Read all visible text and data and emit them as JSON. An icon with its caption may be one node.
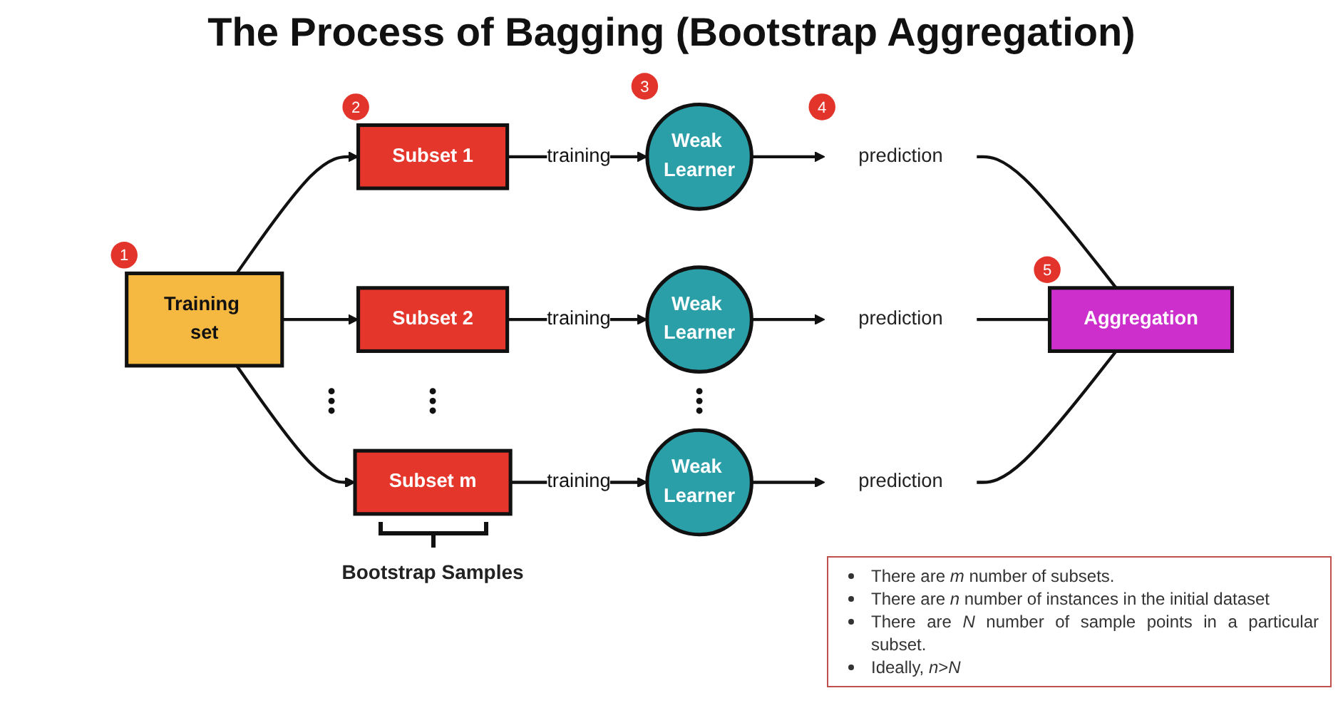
{
  "diagram": {
    "title": "The Process of Bagging (Bootstrap Aggregation)",
    "nodes": [
      {
        "text": [
          "Training set"
        ],
        "beside": [
          "1"
        ]
      },
      {
        "text": [
          "Subset 1"
        ],
        "beside": [
          "2"
        ]
      },
      {
        "text": [
          "Subset 2"
        ]
      },
      {
        "text": [
          "Subset m"
        ]
      },
      {
        "text": [
          "Weak Learner"
        ],
        "beside": [
          "3"
        ]
      },
      {
        "text": [
          "Weak Learner"
        ]
      },
      {
        "text": [
          "Weak Learner"
        ]
      },
      {
        "text": [
          "prediction"
        ],
        "beside": [
          "4"
        ]
      },
      {
        "text": [
          "prediction"
        ]
      },
      {
        "text": [
          "prediction"
        ]
      },
      {
        "text": [
          "Aggregation"
        ],
        "beside": [
          "5"
        ]
      }
    ],
    "edges": [
      {
        "from": 0,
        "to": 1,
        "arrow": "to"
      },
      {
        "from": 0,
        "to": 2,
        "arrow": "to"
      },
      {
        "from": 0,
        "to": 3,
        "arrow": "to"
      },
      {
        "from": 1,
        "to": 4,
        "arrow": "to",
        "label": "training"
      },
      {
        "from": 2,
        "to": 5,
        "arrow": "to",
        "label": "training"
      },
      {
        "from": 3,
        "to": 6,
        "arrow": "to",
        "label": "training"
      },
      {
        "from": 4,
        "to": 7,
        "arrow": "to"
      },
      {
        "from": 5,
        "to": 8,
        "arrow": "to"
      },
      {
        "from": 6,
        "to": 9,
        "arrow": "to"
      },
      {
        "from": 7,
        "to": 10,
        "arrow": "none"
      },
      {
        "from": 8,
        "to": 10,
        "arrow": "none"
      },
      {
        "from": 9,
        "to": 10,
        "arrow": "none"
      }
    ],
    "labels": [
      "Bootstrap Samples",
      "There are *m* number of subsets.",
      "There are *n* number of instances in the initial dataset",
      "There are *N* number of sample points in a particular subset.",
      "Ideally, *n*>*N*"
    ]
  }
}
